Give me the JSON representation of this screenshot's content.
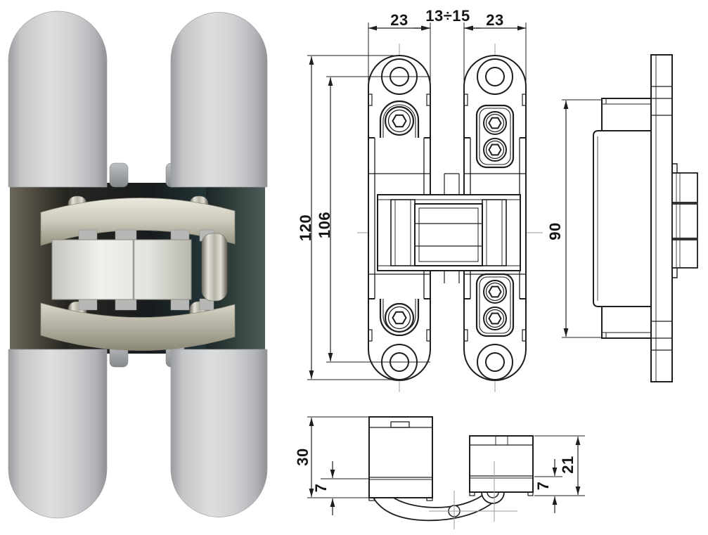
{
  "scene": {
    "background_color": "#ffffff",
    "left_panel": "product-photo-of-concealed-hinge",
    "right_panel": "technical-drawing-three-views"
  },
  "dimensions": {
    "plate_width_left": "23",
    "door_gap_range": "13÷15",
    "plate_width_right": "23",
    "overall_height": "120",
    "hole_spacing": "106",
    "body_height": "90",
    "leaf_depth": "30",
    "leaf_inset": "7",
    "frame_inset": "7",
    "frame_depth": "21"
  },
  "colors": {
    "drawing_line": "#1e1e1e",
    "centerline": "#9b9b9b",
    "dimension_text": "#151515",
    "cap_silver": "#c9cbcd",
    "mechanism_zinc": "#cfccbd",
    "recess_dark": "#1d2124"
  }
}
